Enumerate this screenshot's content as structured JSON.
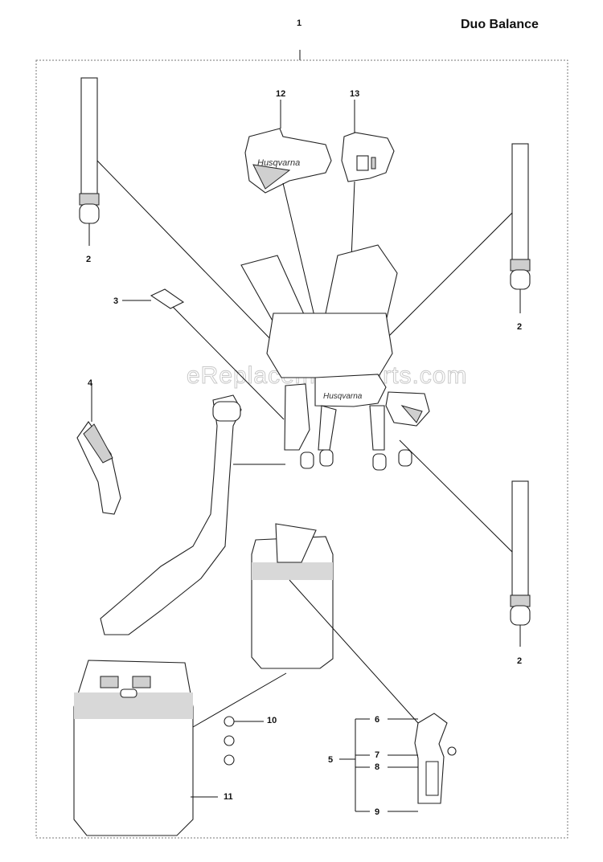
{
  "title": "Duo Balance",
  "watermark": "eReplacementParts.com",
  "logo_text": "Husqvarna",
  "callouts": {
    "c1": "1",
    "c2a": "2",
    "c2b": "2",
    "c2c": "2",
    "c3": "3",
    "c4": "4",
    "c5": "5",
    "c6": "6",
    "c7": "7",
    "c8": "8",
    "c9": "9",
    "c10": "10",
    "c11": "11",
    "c12": "12",
    "c13": "13"
  }
}
